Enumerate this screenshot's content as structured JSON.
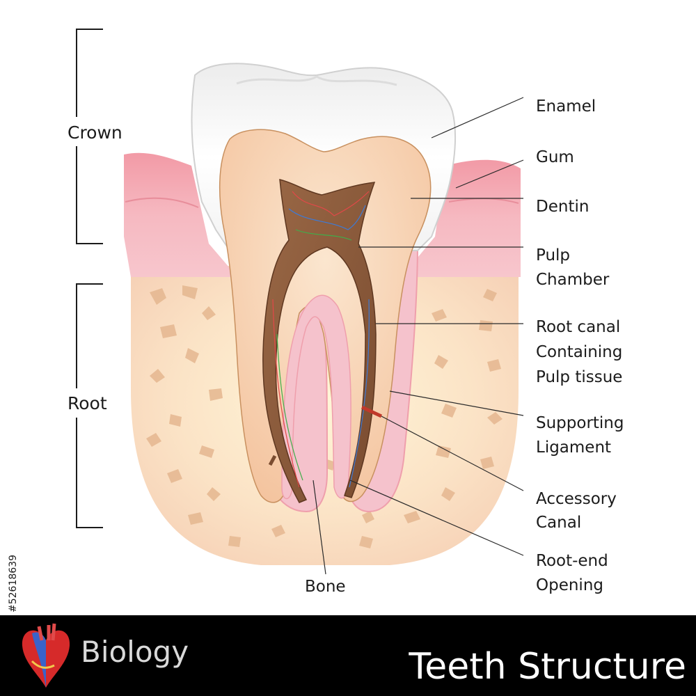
{
  "bracket_labels": {
    "crown": "Crown",
    "root": "Root"
  },
  "labels": {
    "enamel": [
      "Enamel"
    ],
    "gum": [
      "Gum"
    ],
    "dentin": [
      "Dentin"
    ],
    "pulp_chamber": [
      "Pulp",
      "Chamber"
    ],
    "root_canal": [
      "Root canal",
      "Containing",
      "Pulp tissue"
    ],
    "supporting_ligament": [
      "Supporting",
      "Ligament"
    ],
    "accessory_canal": [
      "Accessory",
      "Canal"
    ],
    "root_end_opening": [
      "Root-end",
      "Opening"
    ],
    "bone": [
      "Bone"
    ]
  },
  "footer": {
    "category": "Biology",
    "title": "Teeth Structure",
    "category_icon": "heart-icon"
  },
  "stock_id": "#52618639",
  "colors": {
    "gum": "#f3b3bd",
    "bone": "#f9dcc0",
    "dentin": "#f8d3ad",
    "pulp": "#8c5a3c",
    "enamel": "#ffffff",
    "footer": "#000000"
  }
}
